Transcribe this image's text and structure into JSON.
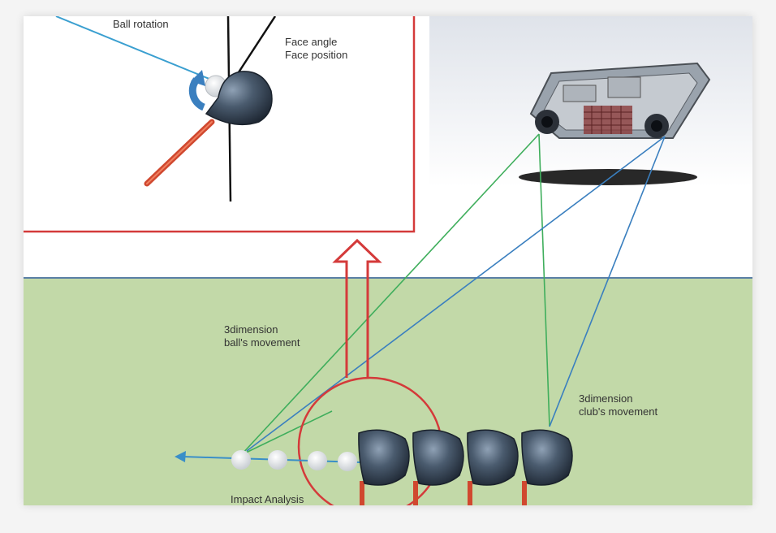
{
  "labels": {
    "ball_rotation": "Ball rotation",
    "face_angle": "Face angle",
    "face_position": "Face position",
    "ball_movement_line1": "3dimension",
    "ball_movement_line2": "ball's movement",
    "club_movement_line1": "3dimension",
    "club_movement_line2": "club's movement",
    "impact_analysis": "Impact Analysis"
  },
  "colors": {
    "ground": "#c2d9a8",
    "horizon_line": "#5a7fa6",
    "inset_border": "#d43a3a",
    "arrow_red": "#d43a3a",
    "green_ray": "#3fae5c",
    "blue_ray": "#3a7fbf",
    "ball_direction": "#3a8fc8",
    "shaft": "#d0482f",
    "club_head": "#3a4a5c"
  }
}
